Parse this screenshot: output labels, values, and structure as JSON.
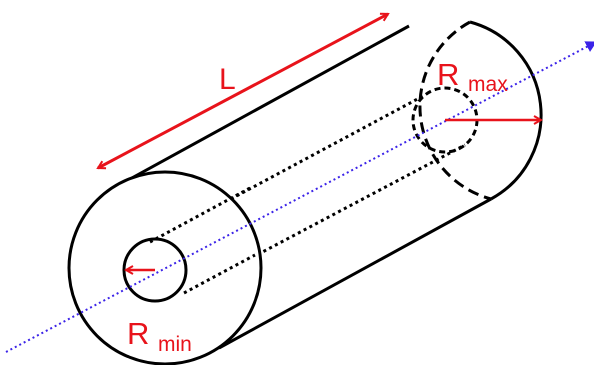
{
  "labels": {
    "length": "L",
    "r_max_main": "R",
    "r_max_sub": "max",
    "r_min_main": "R",
    "r_min_sub": "min"
  },
  "colors": {
    "outline": "#000000",
    "dimension": "#e8131b",
    "axis": "#3b23e8",
    "background": "#ffffff"
  }
}
